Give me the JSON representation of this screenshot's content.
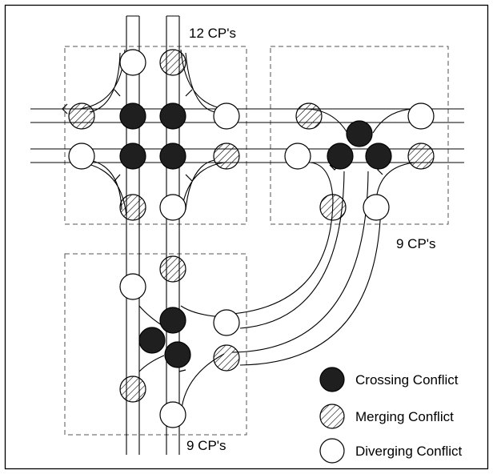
{
  "zones": {
    "top_left_caption": "12 CP's",
    "top_right_caption": "9 CP's",
    "bottom_left_caption": "9 CP's"
  },
  "legend": {
    "crossing": "Crossing Conflict",
    "merging": "Merging Conflict",
    "diverging": "Diverging Conflict"
  },
  "colors": {
    "crossing": "#1f1f1f",
    "merging_hatch": "#000000",
    "diverging": "#ffffff",
    "roads": "#000000",
    "zone_border": "#555555"
  },
  "conflict_points": {
    "top_left_zone": {
      "crossing": 4,
      "merging": 4,
      "diverging": 4
    },
    "top_right_zone": {
      "crossing": 3,
      "merging": 3,
      "diverging": 3
    },
    "bottom_left_zone": {
      "crossing": 3,
      "merging": 3,
      "diverging": 3
    }
  }
}
